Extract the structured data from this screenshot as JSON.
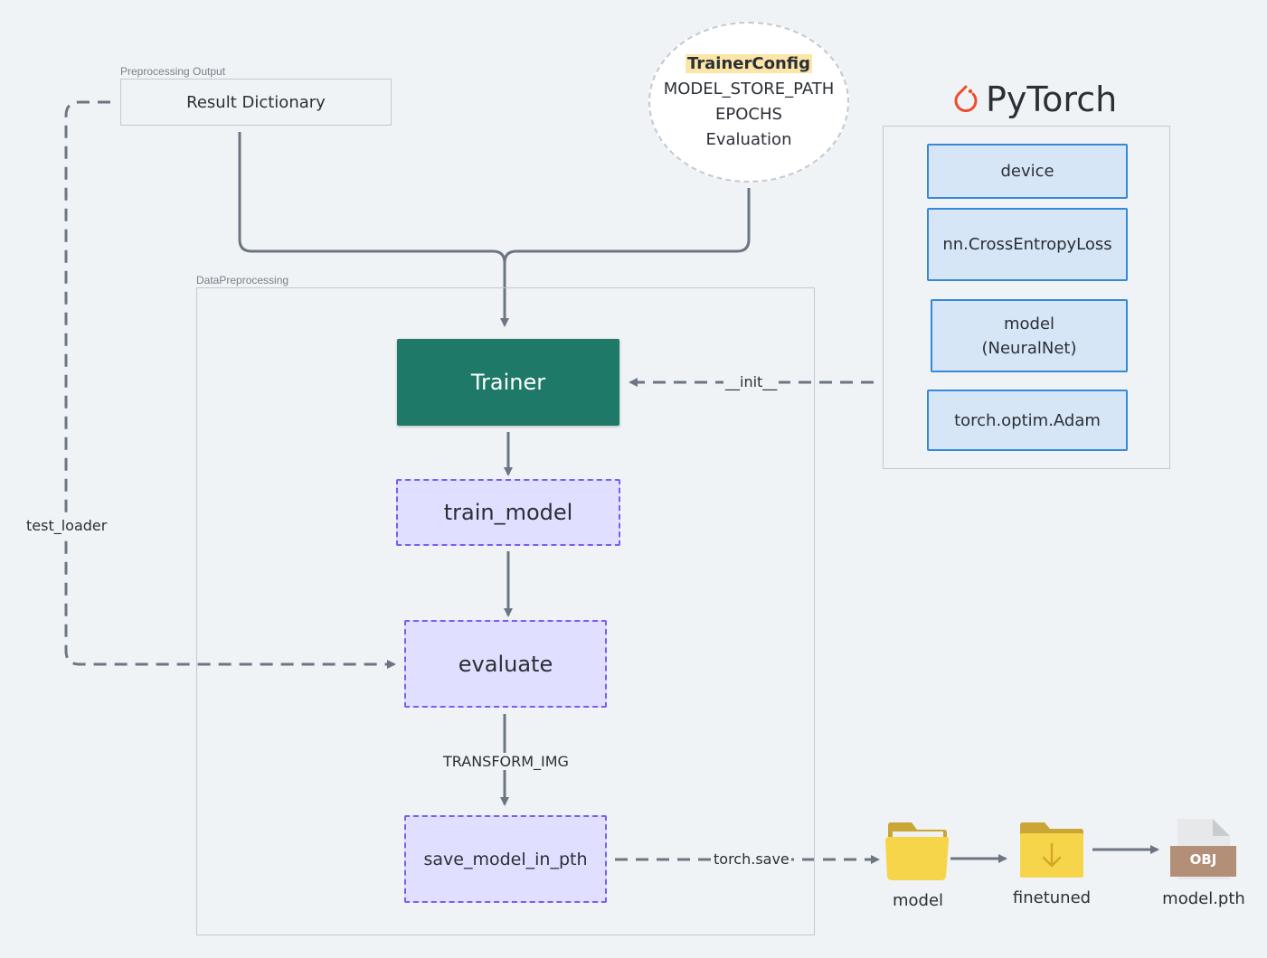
{
  "preprocessing_output": {
    "group_label": "Preprocessing Output",
    "result_dictionary": "Result Dictionary"
  },
  "trainer_config": {
    "title": "TrainerConfig",
    "items": [
      "MODEL_STORE_PATH",
      "EPOCHS",
      "Evaluation"
    ]
  },
  "pytorch": {
    "logo_text": "PyTorch",
    "components": [
      "device",
      "nn.CrossEntropyLoss",
      "model\n(NeuralNet)",
      "torch.optim.Adam"
    ]
  },
  "data_preprocessing": {
    "group_label": "DataPreprocessing",
    "trainer": "Trainer",
    "steps": [
      "train_model",
      "evaluate",
      "save_model_in_pth"
    ]
  },
  "edges": {
    "init": "__init__",
    "test_loader": "test_loader",
    "transform_img": "TRANSFORM_IMG",
    "torch_save": "torch.save"
  },
  "outputs": {
    "model_folder": "model",
    "finetuned_folder": "finetuned",
    "model_file": "model.pth",
    "file_badge": "OBJ"
  },
  "colors": {
    "trainer": "#1f7968",
    "step_fill": "#e1dfff",
    "step_border": "#7b5cf0",
    "pytorch_box_fill": "#d6e6f7",
    "pytorch_box_border": "#3689d6",
    "pytorch_logo": "#ee4c2c",
    "folder": "#f7c948",
    "arrow": "#6c7682"
  }
}
